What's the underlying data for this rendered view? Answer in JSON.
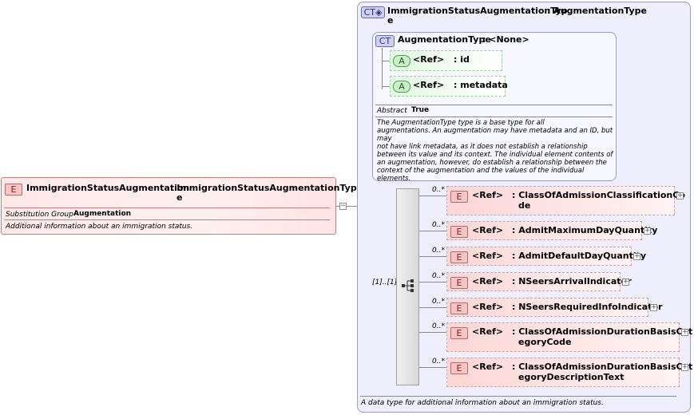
{
  "element": {
    "badge": "E",
    "name": "ImmigrationStatusAugmentation",
    "type_line1": ": ImmigrationStatusAugmentationTyp",
    "type_line2": "e",
    "prop_label": "Substitution Group",
    "prop_value": "Augmentation",
    "doc": "Additional information about an immigration status.",
    "collapse_symbol": "−"
  },
  "complex_type": {
    "badge": "CT◈",
    "name_line1": "ImmigrationStatusAugmentationTyp",
    "name_sep": ": AugmentationType",
    "name_line2": "e",
    "doc": "A data type for additional information about an immigration status."
  },
  "base_type": {
    "badge": "CT",
    "name": "AugmentationType",
    "base": ": <None>",
    "attributes": [
      {
        "badge": "A",
        "ref": "<Ref>",
        "name": ": id"
      },
      {
        "badge": "A",
        "ref": "<Ref>",
        "name": ": metadata"
      }
    ],
    "prop_label": "Abstract",
    "prop_value": "True",
    "doc_lines": [
      "The AugmentationType type is a base type for all",
      "augmentations. An augmentation may have metadata and an ID, but may",
      "not have link metadata, as it does not establish a relationship",
      "between its value and its context. The individual element contents of",
      "an augmentation, however, do establish a relationship between the",
      "context of the augmentation and the values of the individual",
      "elements."
    ]
  },
  "sequence": {
    "cardinality": "[1]..[1]",
    "items": [
      {
        "card": "0..*",
        "badge": "E",
        "ref": "<Ref>",
        "line1": ": ClassOfAdmissionClassificationCo",
        "line2": "de"
      },
      {
        "card": "0..*",
        "badge": "E",
        "ref": "<Ref>",
        "line1": ": AdmitMaximumDayQuantity",
        "line2": ""
      },
      {
        "card": "0..*",
        "badge": "E",
        "ref": "<Ref>",
        "line1": ": AdmitDefaultDayQuantity",
        "line2": ""
      },
      {
        "card": "0..*",
        "badge": "E",
        "ref": "<Ref>",
        "line1": ": NSeersArrivalIndicator",
        "line2": ""
      },
      {
        "card": "0..*",
        "badge": "E",
        "ref": "<Ref>",
        "line1": ": NSeersRequiredInfoIndicator",
        "line2": ""
      },
      {
        "card": "0..*",
        "badge": "E",
        "ref": "<Ref>",
        "line1": ": ClassOfAdmissionDurationBasisCat",
        "line2": "egoryCode"
      },
      {
        "card": "0..*",
        "badge": "E",
        "ref": "<Ref>",
        "line1": ": ClassOfAdmissionDurationBasisCat",
        "line2": "egoryDescriptionText"
      }
    ],
    "expand_symbol": "+"
  }
}
